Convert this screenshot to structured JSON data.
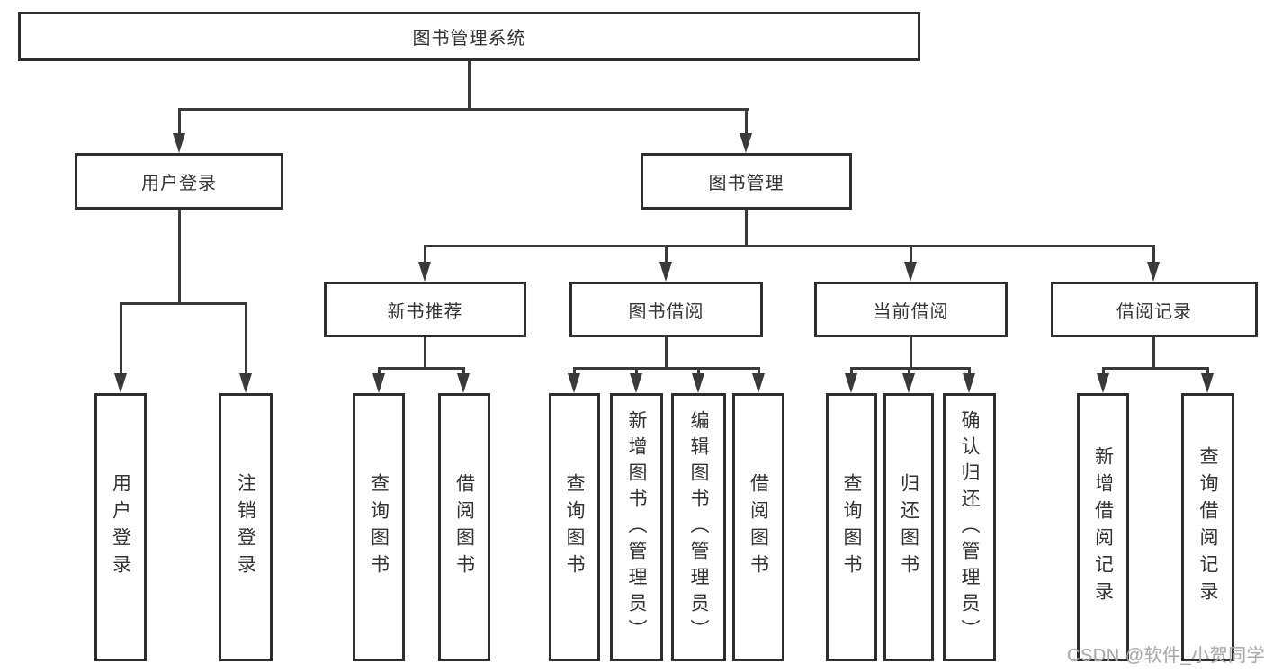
{
  "diagram": {
    "root": {
      "label": "图书管理系统"
    },
    "level2": [
      {
        "id": "user-login",
        "label": "用户登录"
      },
      {
        "id": "book-management",
        "label": "图书管理"
      }
    ],
    "level3": [
      {
        "id": "new-book-recommend",
        "parent": "图书管理",
        "label": "新书推荐"
      },
      {
        "id": "book-borrowing",
        "parent": "图书管理",
        "label": "图书借阅"
      },
      {
        "id": "current-borrowing",
        "parent": "图书管理",
        "label": "当前借阅"
      },
      {
        "id": "borrowing-records",
        "parent": "图书管理",
        "label": "借阅记录"
      }
    ],
    "leaves": [
      {
        "parent": "用户登录",
        "label": "用户登录"
      },
      {
        "parent": "用户登录",
        "label": "注销登录"
      },
      {
        "parent": "新书推荐",
        "label": "查询图书"
      },
      {
        "parent": "新书推荐",
        "label": "借阅图书"
      },
      {
        "parent": "图书借阅",
        "label": "查询图书"
      },
      {
        "parent": "图书借阅",
        "label": "新增图书（管理员）"
      },
      {
        "parent": "图书借阅",
        "label": "编辑图书（管理员）"
      },
      {
        "parent": "图书借阅",
        "label": "借阅图书"
      },
      {
        "parent": "当前借阅",
        "label": "查询图书"
      },
      {
        "parent": "当前借阅",
        "label": "归还图书"
      },
      {
        "parent": "当前借阅",
        "label": "确认归还（管理员）"
      },
      {
        "parent": "借阅记录",
        "label": "新增借阅记录"
      },
      {
        "parent": "借阅记录",
        "label": "查询借阅记录"
      }
    ]
  },
  "watermark": "CSDN @软件_小贺同学",
  "colors": {
    "line": "#3a3a3a",
    "border": "#2e2e2e",
    "text": "#333333",
    "watermark": "#ababab",
    "background": "#ffffff"
  }
}
